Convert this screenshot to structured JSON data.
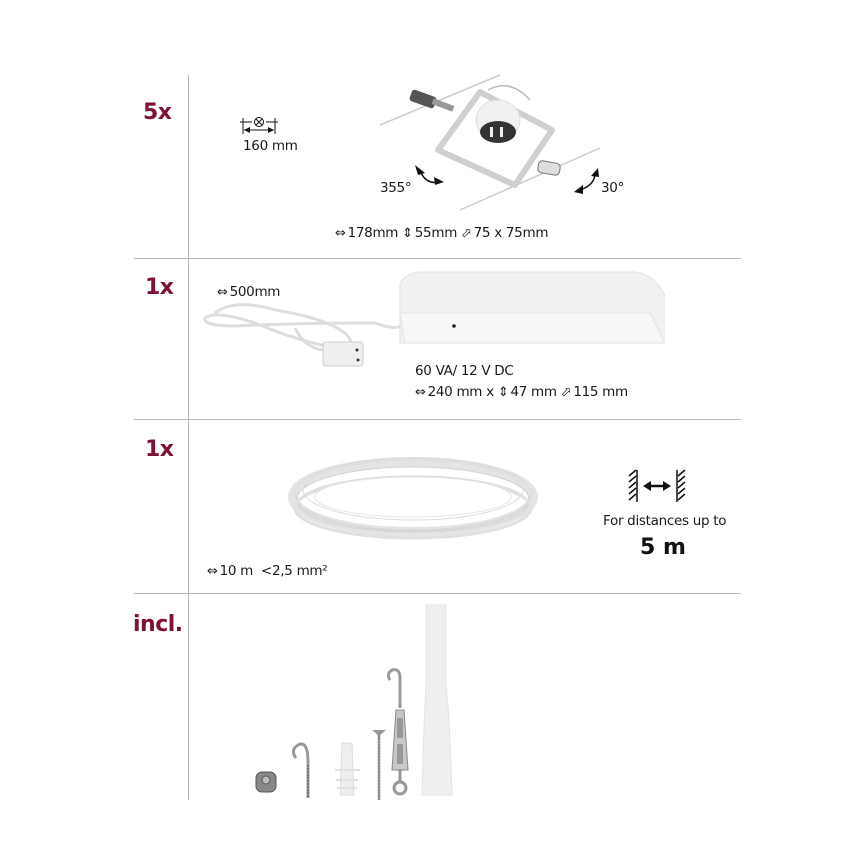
{
  "brand_color": "#7d1236",
  "sections": [
    {
      "quantity": "5x",
      "item": "cable spotlight",
      "spacing_label": "160 mm",
      "rotation_horizontal": "355°",
      "rotation_vertical": "30°",
      "dims": {
        "width_icon": "⇔",
        "width": "178mm",
        "height_icon": "⇕",
        "height": "55mm",
        "depth_icon": "⬀",
        "depth": "75 x 75mm"
      }
    },
    {
      "quantity": "1x",
      "item": "transformer",
      "cable_length_icon": "⇔",
      "cable_length": "500mm",
      "power": "60 VA/ 12 V DC",
      "dims": {
        "width_icon": "⇔",
        "width": "240 mm x",
        "height_icon": "⇕",
        "height": "47 mm",
        "depth_icon": "⬀",
        "depth": "115 mm"
      }
    },
    {
      "quantity": "1x",
      "item": "cable coil",
      "length_icon": "⇔",
      "length": "10 m",
      "cross_section": "<2,5 mm²",
      "distance_caption": "For distances up to",
      "distance_value": "5 m"
    },
    {
      "quantity": "incl.",
      "items": [
        "wire clamp",
        "hook screw",
        "wall plug",
        "screw",
        "turnbuckle",
        "cable sleeve"
      ]
    }
  ]
}
